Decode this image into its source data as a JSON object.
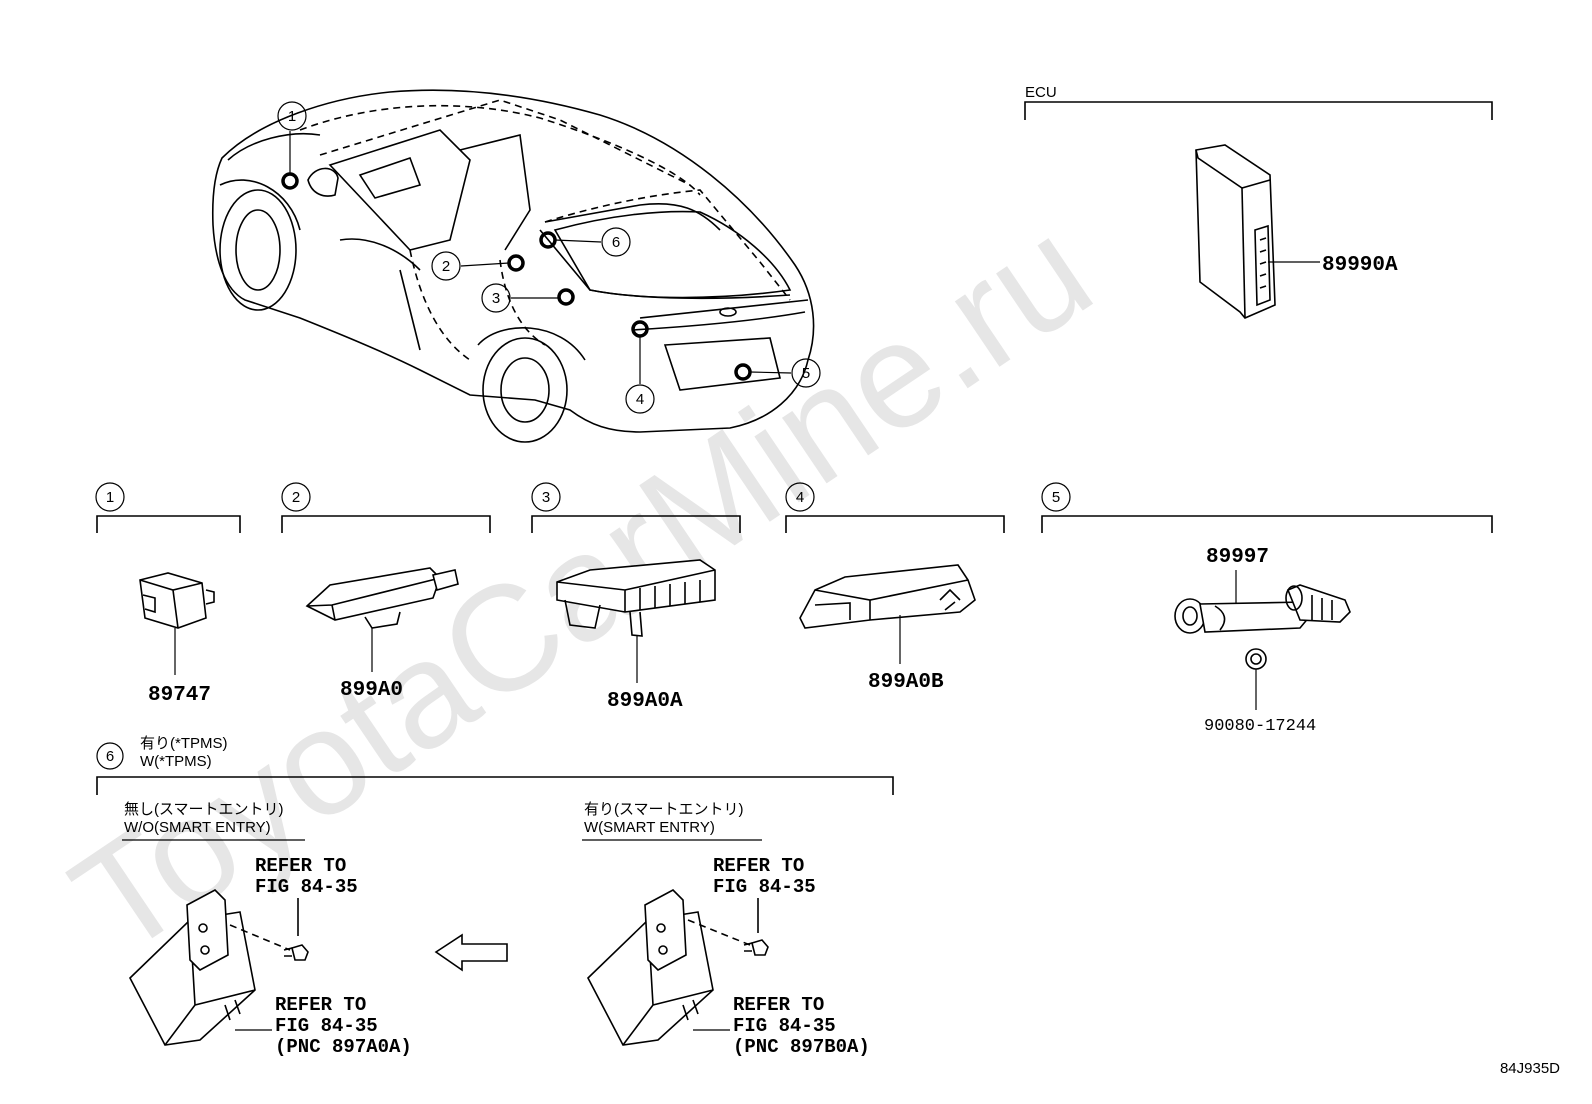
{
  "watermark": "ToyotaCarMine.ru",
  "diagram_code": "84J935D",
  "ecu_group": {
    "label": "ECU",
    "part_number": "89990A"
  },
  "location_callouts": [
    "1",
    "2",
    "3",
    "4",
    "5",
    "6"
  ],
  "groups": [
    {
      "index": "1",
      "part_numbers": [
        "89747"
      ]
    },
    {
      "index": "2",
      "part_numbers": [
        "899A0"
      ]
    },
    {
      "index": "3",
      "part_numbers": [
        "899A0A"
      ]
    },
    {
      "index": "4",
      "part_numbers": [
        "899A0B"
      ]
    },
    {
      "index": "5",
      "part_numbers": [
        "89997",
        "90080-17244"
      ]
    }
  ],
  "group6": {
    "index": "6",
    "condition_jp": "有り(*TPMS)",
    "condition_en": "W(*TPMS)",
    "left": {
      "title_jp": "無し(スマートエントリ)",
      "title_en": "W/O(SMART ENTRY)",
      "bolt_ref_1": "REFER TO",
      "bolt_ref_2": "FIG 84-35",
      "box_ref_1": "REFER TO",
      "box_ref_2": "FIG 84-35",
      "box_ref_3": "(PNC 897A0A)"
    },
    "right": {
      "title_jp": "有り(スマートエントリ)",
      "title_en": "W(SMART ENTRY)",
      "bolt_ref_1": "REFER TO",
      "bolt_ref_2": "FIG 84-35",
      "box_ref_1": "REFER TO",
      "box_ref_2": "FIG 84-35",
      "box_ref_3": "(PNC 897B0A)"
    }
  }
}
